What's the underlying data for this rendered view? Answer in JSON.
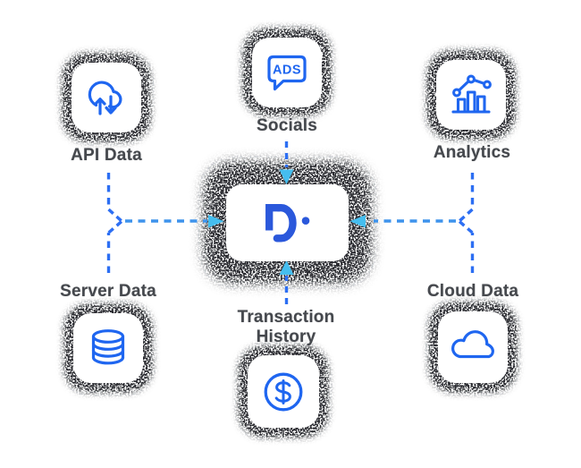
{
  "hub": {
    "logo_icon": "d-dot-logo",
    "logo_color": "#2b58db"
  },
  "nodes": {
    "api_data": {
      "label": "API Data",
      "icon": "cloud-upload-download-icon"
    },
    "socials": {
      "label": "Socials",
      "icon": "ads-chat-bubble-icon",
      "icon_text": "ADS"
    },
    "analytics": {
      "label": "Analytics",
      "icon": "bar-line-chart-icon"
    },
    "server_data": {
      "label": "Server Data",
      "icon": "database-icon"
    },
    "transaction_history": {
      "label_line1": "Transaction",
      "label_line2": "History",
      "icon": "dollar-circle-icon"
    },
    "cloud_data": {
      "label": "Cloud Data",
      "icon": "cloud-icon"
    }
  },
  "edges": [
    {
      "from": "API Data",
      "to": "hub",
      "style": "dashed-arrow"
    },
    {
      "from": "Socials",
      "to": "hub",
      "style": "dashed-arrow"
    },
    {
      "from": "Analytics",
      "to": "hub",
      "style": "dashed-arrow"
    },
    {
      "from": "Server Data",
      "to": "hub",
      "style": "dashed-arrow"
    },
    {
      "from": "Transaction History",
      "to": "hub",
      "style": "dashed-arrow"
    },
    {
      "from": "Cloud Data",
      "to": "hub",
      "style": "dashed-arrow"
    }
  ],
  "colors": {
    "background": "#ffffff",
    "card_background": "#ffffff",
    "icon_blue": "#1f66f0",
    "logo_blue": "#2b58db",
    "dash_blue": "#2d6ff3",
    "dash_light_blue": "#3e93ec",
    "arrow_cyan": "#45beef",
    "label_gray": "#45484d",
    "halo_dark": "#15181c"
  }
}
